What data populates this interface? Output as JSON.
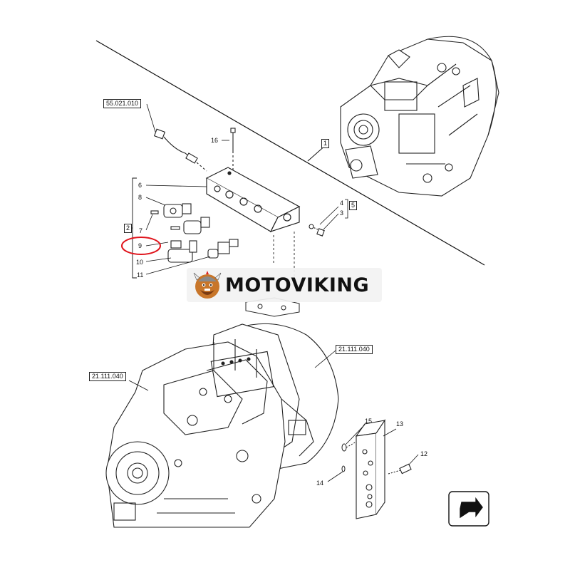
{
  "references": {
    "ref_top_left": "55.021.010",
    "ref_bottom_right": "21.111.040",
    "ref_bottom_left": "21.111.040"
  },
  "callouts": {
    "c1": "1",
    "c2": "2",
    "c3": "3",
    "c4": "4",
    "c5": "5",
    "c6": "6",
    "c7": "7",
    "c8": "8",
    "c9": "9",
    "c10": "10",
    "c11": "11",
    "c12": "12",
    "c13": "13",
    "c14": "14",
    "c15": "15",
    "c16": "16"
  },
  "highlight": {
    "part": "9",
    "color": "#e0141c"
  },
  "watermark": {
    "brand": "MOTOVIKING",
    "logo": "viking-mascot-logo"
  },
  "nav_icon": "next-page-arrow-icon"
}
